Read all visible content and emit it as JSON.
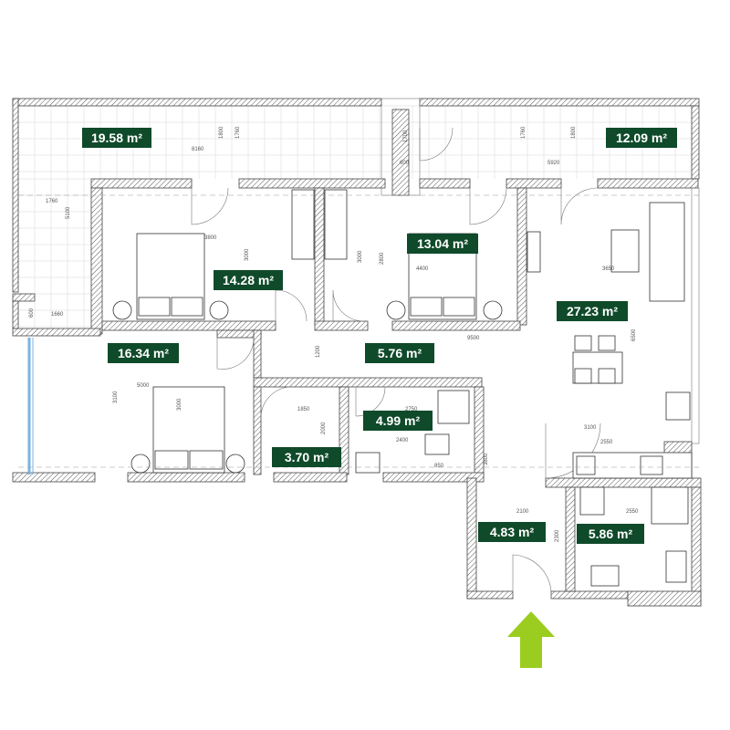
{
  "rooms": [
    {
      "id": "terrace-left",
      "area": "19.58 m²"
    },
    {
      "id": "terrace-right",
      "area": "12.09 m²"
    },
    {
      "id": "bedroom-a",
      "area": "14.28 m²"
    },
    {
      "id": "bedroom-b",
      "area": "13.04 m²"
    },
    {
      "id": "living-room",
      "area": "27.23 m²"
    },
    {
      "id": "bedroom-c",
      "area": "16.34 m²"
    },
    {
      "id": "hallway",
      "area": "5.76 m²"
    },
    {
      "id": "bathroom",
      "area": "4.99 m²"
    },
    {
      "id": "closet",
      "area": "3.70 m²"
    },
    {
      "id": "entrance",
      "area": "4.83 m²"
    },
    {
      "id": "wc",
      "area": "5.86 m²"
    }
  ],
  "dimensions": [
    "8160",
    "1800",
    "1760",
    "600",
    "1760",
    "1800",
    "5920",
    "1700",
    "1760",
    "5100",
    "1660",
    "600",
    "3800",
    "3000",
    "3000",
    "2800",
    "4400",
    "3650",
    "6500",
    "9500",
    "1200",
    "5000",
    "3000",
    "3100",
    "1850",
    "2000",
    "2750",
    "2400",
    "850",
    "3800",
    "3100",
    "2550",
    "2100",
    "2300",
    "2550"
  ],
  "icons": {
    "entry": "entry-arrow-icon",
    "accent_color": "#9acd1f",
    "badge_color": "#0f4a2a"
  }
}
